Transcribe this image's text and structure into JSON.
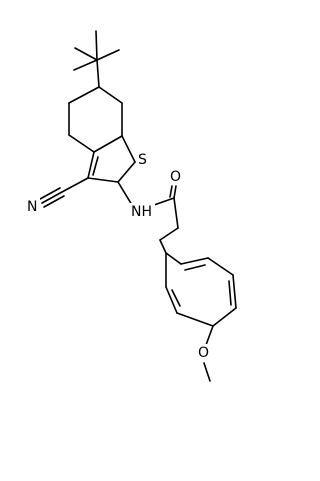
{
  "atom_labels": {
    "sulfur": "S",
    "nitrile_nitrogen": "N",
    "amide_nh": "NH",
    "carbonyl_oxygen": "O",
    "ether_oxygen": "O"
  }
}
